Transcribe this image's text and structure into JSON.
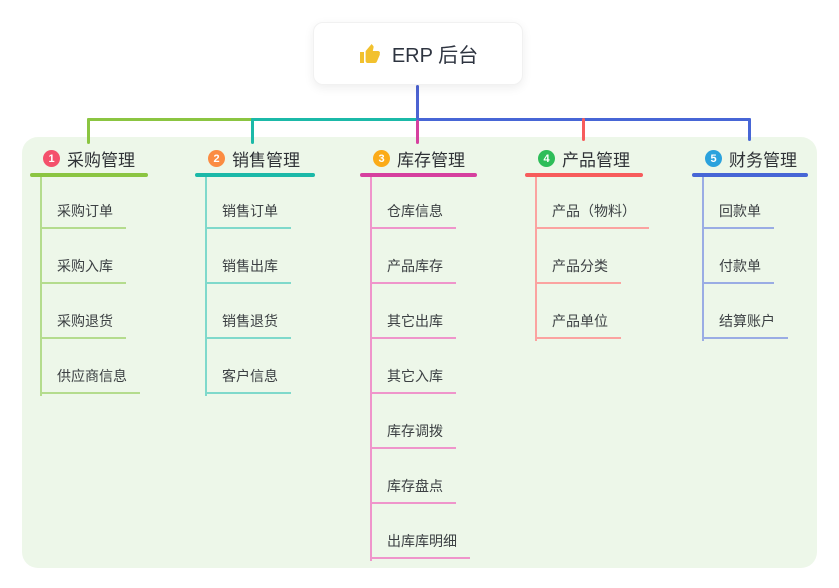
{
  "root": {
    "label": "ERP 后台",
    "icon": "thumbs-up-icon",
    "icon_color": "#f5c02e"
  },
  "panel_bg": "#edf7e9",
  "stem_color": "#4c63d2",
  "branches": [
    {
      "num": "1",
      "label": "采购管理",
      "badge_color": "#f4516c",
      "line_color": "#8bc541",
      "child_line_color": "#b4dc8d",
      "children": [
        "采购订单",
        "采购入库",
        "采购退货",
        "供应商信息"
      ]
    },
    {
      "num": "2",
      "label": "销售管理",
      "badge_color": "#fb8c42",
      "line_color": "#1bb9a8",
      "child_line_color": "#7fd9cb",
      "children": [
        "销售订单",
        "销售出库",
        "销售退货",
        "客户信息"
      ]
    },
    {
      "num": "3",
      "label": "库存管理",
      "badge_color": "#fbab18",
      "line_color": "#d6409f",
      "child_line_color": "#ef95cb",
      "children": [
        "仓库信息",
        "产品库存",
        "其它出库",
        "其它入库",
        "库存调拨",
        "库存盘点",
        "出库库明细"
      ]
    },
    {
      "num": "4",
      "label": "产品管理",
      "badge_color": "#2ebd59",
      "line_color": "#f75c5c",
      "child_line_color": "#fba3a0",
      "children": [
        "产品（物料）",
        "产品分类",
        "产品单位"
      ]
    },
    {
      "num": "5",
      "label": "财务管理",
      "badge_color": "#2ba2dd",
      "line_color": "#4766d6",
      "child_line_color": "#9aace4",
      "children": [
        "回款单",
        "付款单",
        "结算账户"
      ]
    }
  ]
}
